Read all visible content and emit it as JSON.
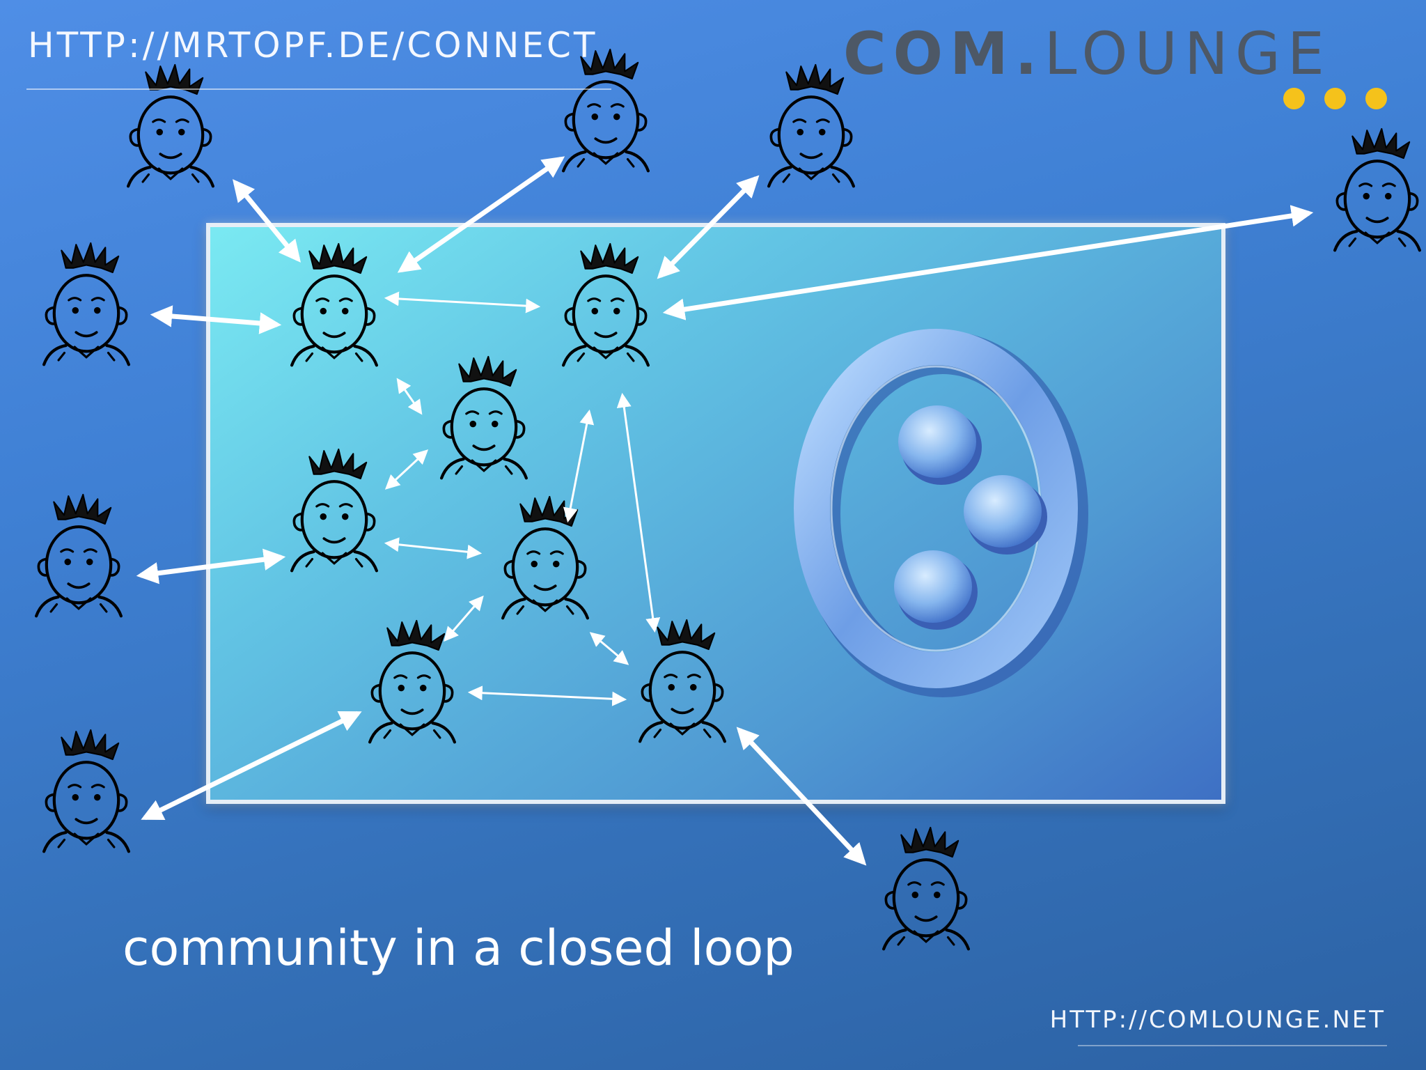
{
  "header": {
    "url_text": "HTTP://MRTOPF.DE/CONNECT",
    "brand_left": "COM.",
    "brand_right": "LOUNGE"
  },
  "caption": "community in a closed loop",
  "footer": {
    "url_text": "HTTP://COMLOUNGE.NET"
  },
  "colors": {
    "background": "#3f80d4",
    "panel": "#62c4e4",
    "accent_dots": "#f5c21b",
    "brand_text": "#4d5866",
    "arrows": "#ffffff",
    "figure_lines": "#000000"
  },
  "icons": [
    "person-icon",
    "loop-logo-icon"
  ]
}
